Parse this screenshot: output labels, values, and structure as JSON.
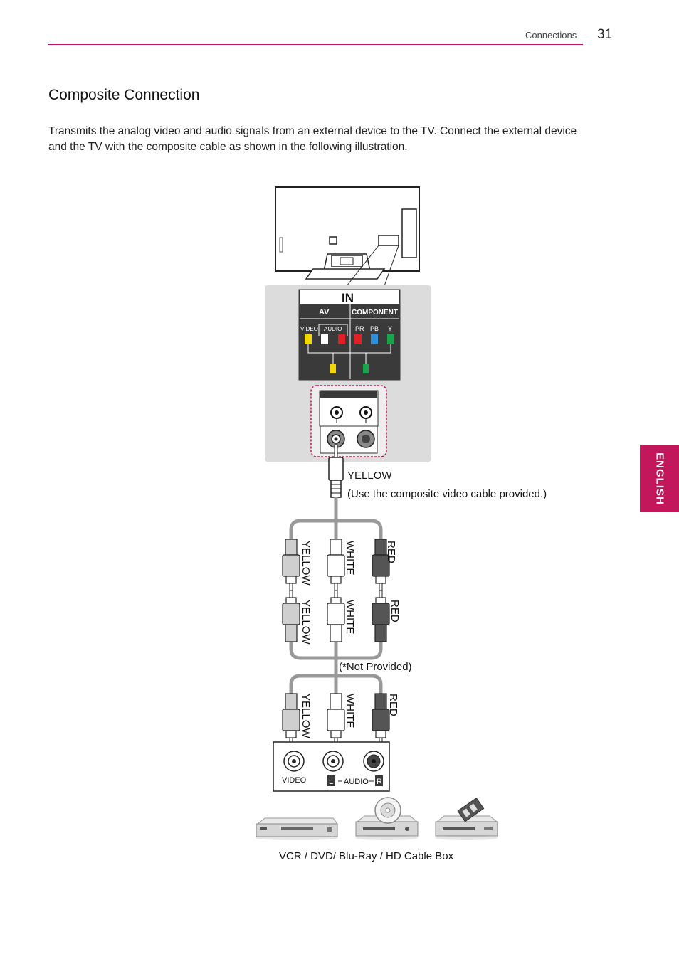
{
  "header": {
    "section": "Connections",
    "page_number": "31"
  },
  "title": "Composite Connection",
  "description": "Transmits the analog video and audio signals from an external device to the TV. Connect the external device and the TV with the composite cable as shown in the following illustration.",
  "side_tab": "ENGLISH",
  "tv_panel": {
    "in_label": "IN",
    "av_label": "AV",
    "component_label": "COMPONENT",
    "video_label": "VIDEO",
    "audio_label": "AUDIO",
    "pr_label": "PR",
    "pb_label": "PB",
    "y_label": "Y"
  },
  "cable": {
    "yellow_label": "YELLOW",
    "provided_note": "(Use the composite video cable provided.)",
    "not_provided_note": "(*Not Provided)",
    "plug_labels": [
      "YELLOW",
      "WHITE",
      "RED"
    ]
  },
  "device_panel": {
    "video_label": "VIDEO",
    "l_label": "L",
    "audio_label": "AUDIO",
    "r_label": "R"
  },
  "devices_caption": "VCR / DVD/ Blu-Ray / HD Cable Box",
  "colors": {
    "accent": "#c2185b",
    "yellow": "#f2d600",
    "white": "#ffffff",
    "red": "#e31e24",
    "green": "#19a34a",
    "blue": "#2f8fd6",
    "panel_gray": "#dcdcdc",
    "dark_panel": "#3a3a3a"
  }
}
